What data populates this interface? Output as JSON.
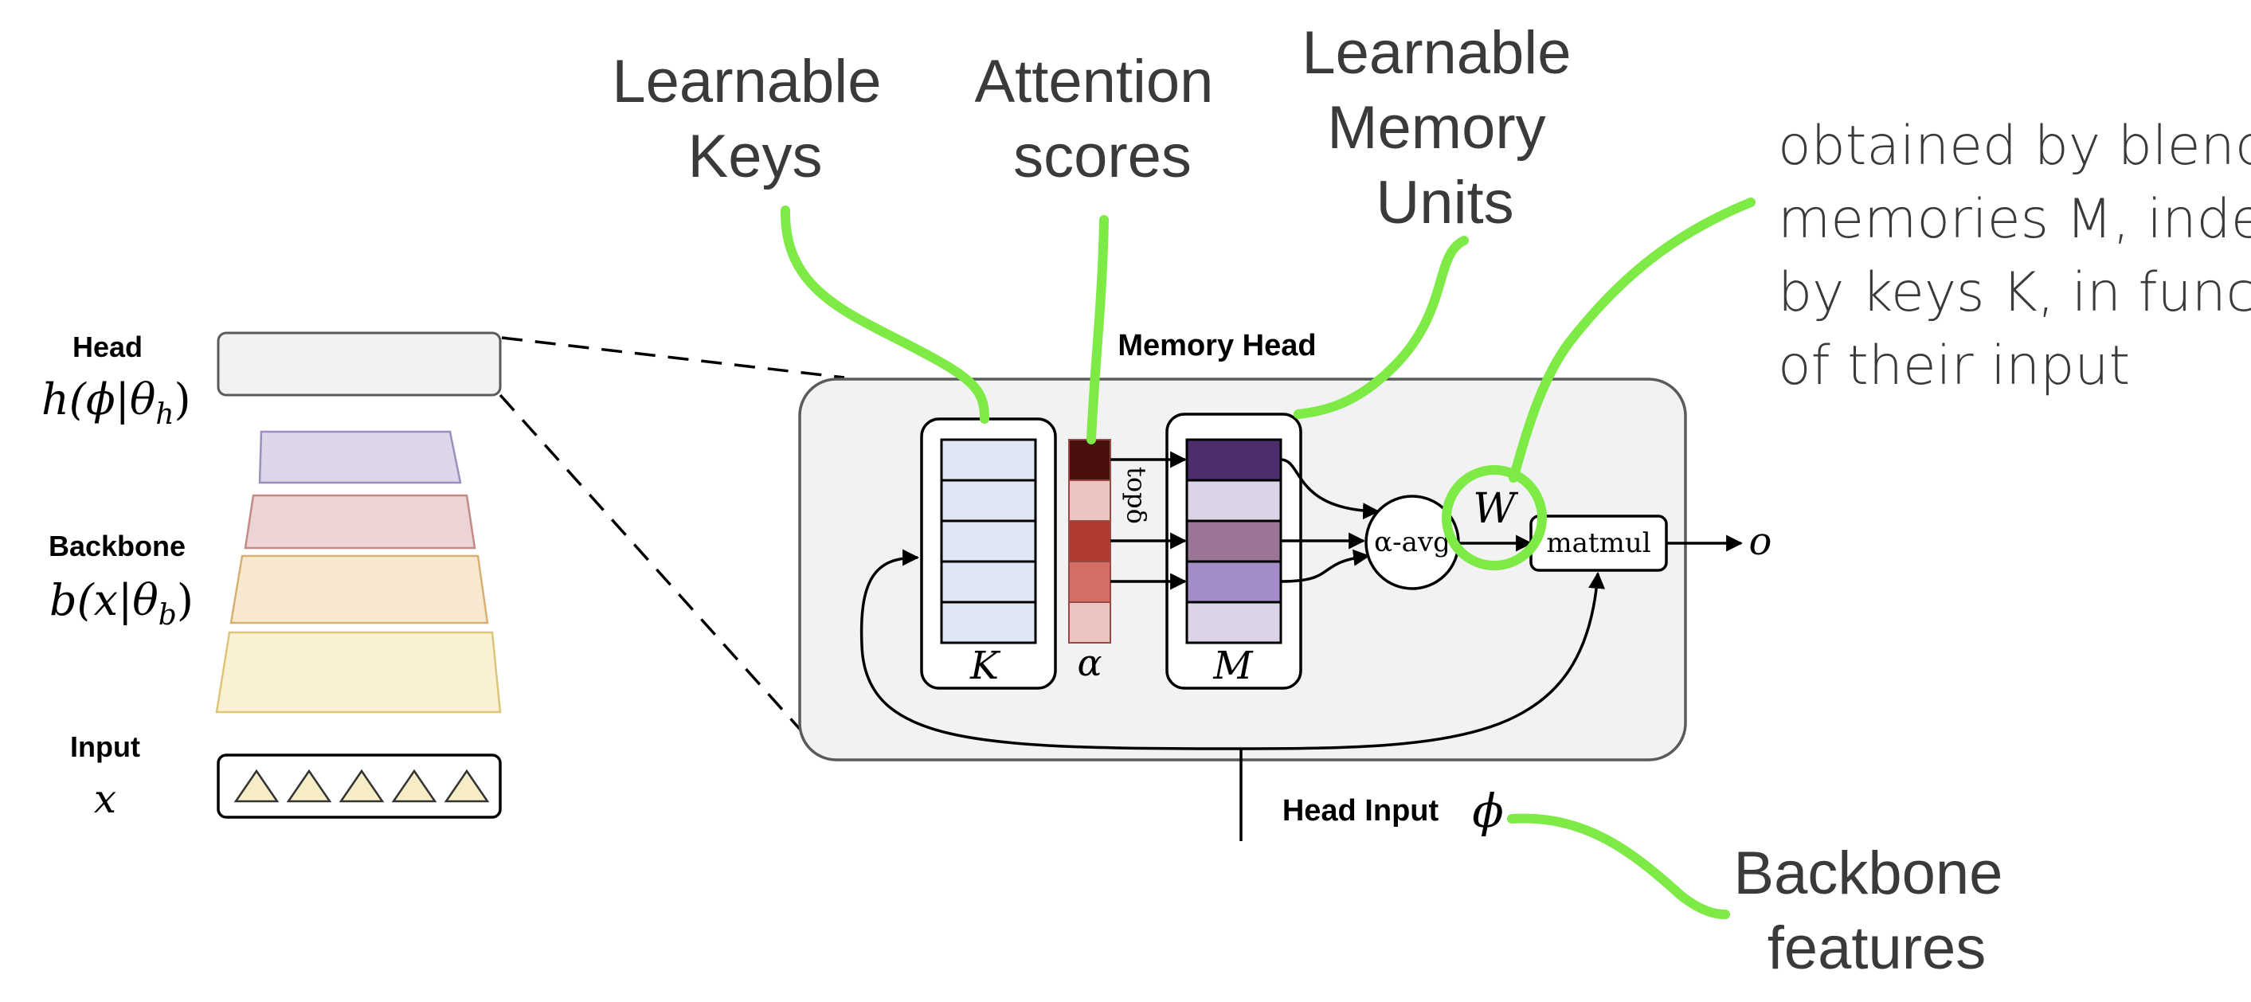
{
  "left": {
    "head_label": "Head",
    "head_formula": "h(ϕ|θ",
    "head_sub": "h",
    "head_close": ")",
    "backbone_label": "Backbone",
    "backbone_formula": "b(x|θ",
    "backbone_sub": "b",
    "backbone_close": ")",
    "input_label": "Input",
    "input_symbol": "x"
  },
  "memory_head": {
    "title": "Memory Head",
    "keys_symbol": "K",
    "alpha_symbol": "α",
    "memory_symbol": "M",
    "top_label": "topδ",
    "avg_label": "α-avg",
    "weight_symbol": "W",
    "matmul_label": "matmul",
    "output_symbol": "o",
    "head_input_label": "Head Input",
    "phi_symbol": "ϕ",
    "alpha_cell_colors": [
      "#4a1010",
      "#ecc4c1",
      "#b13a2e",
      "#d26e63",
      "#ecc4c1"
    ],
    "memory_cell_colors": [
      "#4b2e6b",
      "#dcd3e6",
      "#9b7595",
      "#a48cc6",
      "#dcd3e6"
    ],
    "key_cell_color": "#dfe7f5"
  },
  "annotations": {
    "learnable_keys": [
      "Learnable",
      "Keys"
    ],
    "attention_scores": [
      "Attention",
      "scores"
    ],
    "learnable_memory_units": [
      "Learnable",
      "Memory",
      "Units"
    ],
    "blending": [
      "obtained by blending",
      "memories M, indexed",
      "by keys K, in function",
      "of their input"
    ],
    "backbone_features": [
      "Backbone",
      "features"
    ],
    "highlight_color": "#7eea45"
  }
}
